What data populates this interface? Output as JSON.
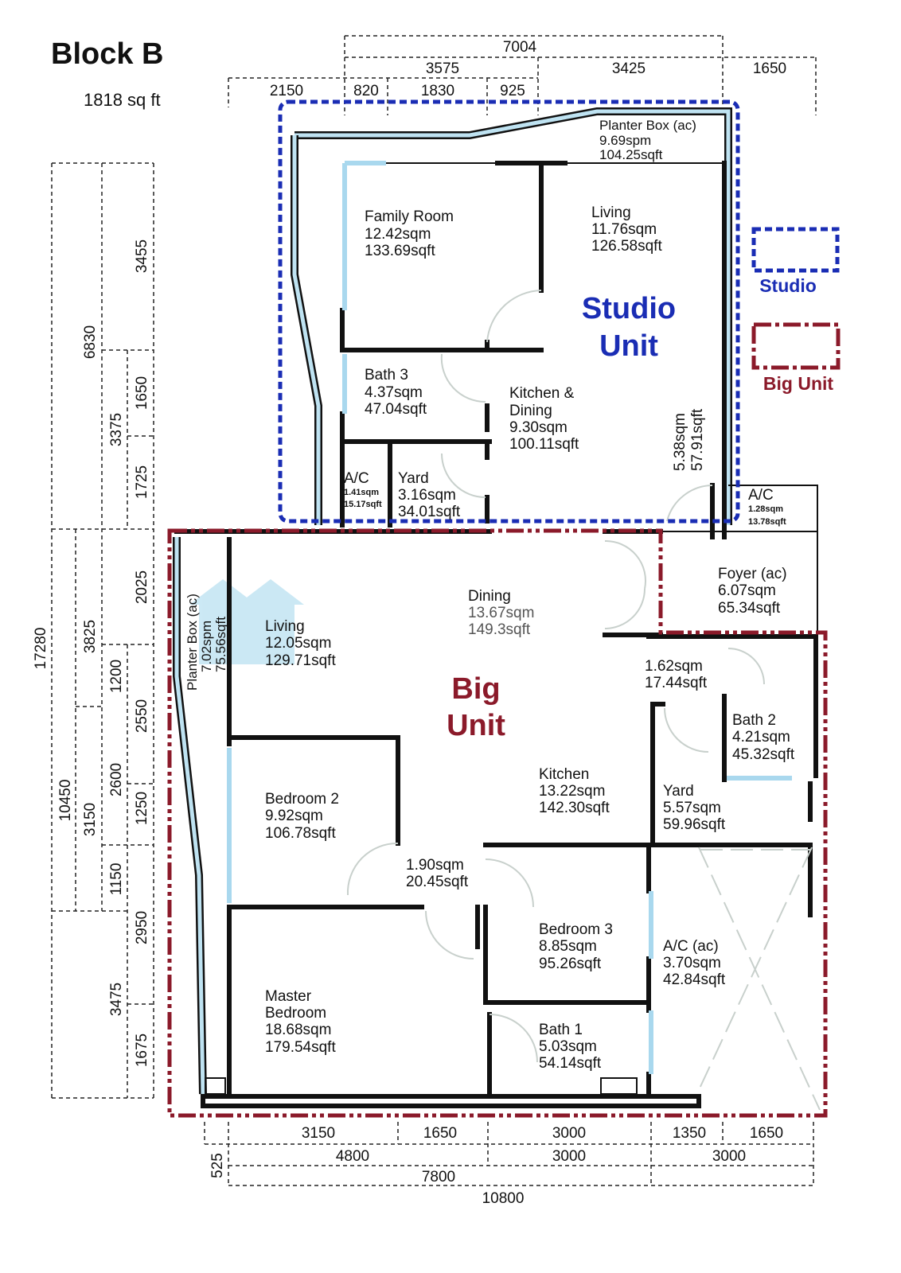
{
  "header": {
    "title": "Block B",
    "area": "1818 sq ft"
  },
  "colors": {
    "studio": "#1a2db4",
    "big_unit": "#8b1a2a",
    "glass": "#a9d8ee"
  },
  "legend": {
    "studio": "Studio",
    "big_unit": "Big Unit"
  },
  "unit_labels": {
    "studio": [
      "Studio",
      "Unit"
    ],
    "big": [
      "Big",
      "Unit"
    ]
  },
  "dimensions": {
    "top": [
      "7004",
      "3575",
      "3425",
      "1650",
      "2150",
      "820",
      "1830",
      "925"
    ],
    "left": [
      "17280",
      "6830",
      "3455",
      "3375",
      "1650",
      "1725",
      "10450",
      "3825",
      "2025",
      "1200",
      "2550",
      "3150",
      "2600",
      "1250",
      "1150",
      "2950",
      "3475",
      "1675"
    ],
    "bottom": [
      "3150",
      "1650",
      "3000",
      "1350",
      "1650",
      "4800",
      "3000",
      "3000",
      "525",
      "7800",
      "10800"
    ]
  },
  "rooms": {
    "planter_top": [
      "Planter Box (ac)",
      "9.69spm",
      "104.25sqft"
    ],
    "family_room": [
      "Family Room",
      "12.42sqm",
      "133.69sqft"
    ],
    "studio_living": [
      "Living",
      "11.76sqm",
      "126.58sqft"
    ],
    "bath3": [
      "Bath 3",
      "4.37sqm",
      "47.04sqft"
    ],
    "kitchen_dining": [
      "Kitchen &",
      "Dining",
      "9.30sqm",
      "100.11sqft"
    ],
    "studio_corridor": [
      "5.38sqm",
      "57.91sqft"
    ],
    "studio_ac": [
      "A/C",
      "1.41sqm",
      "15.17sqft"
    ],
    "studio_yard": [
      "Yard",
      "3.16sqm",
      "34.01sqft"
    ],
    "ac_right": [
      "A/C",
      "1.28sqm",
      "13.78sqft"
    ],
    "foyer": [
      "Foyer (ac)",
      "6.07sqm",
      "65.34sqft"
    ],
    "dining": [
      "Dining",
      "13.67sqm",
      "149.3sqft"
    ],
    "big_living": [
      "Living",
      "12.05sqm",
      "129.71sqft"
    ],
    "planter_left": [
      "Planter Box (ac)",
      "7.02spm",
      "75.56sqft"
    ],
    "hall_small": [
      "1.62sqm",
      "17.44sqft"
    ],
    "bath2": [
      "Bath 2",
      "4.21sqm",
      "45.32sqft"
    ],
    "kitchen": [
      "Kitchen",
      "13.22sqm",
      "142.30sqft"
    ],
    "big_yard": [
      "Yard",
      "5.57sqm",
      "59.96sqft"
    ],
    "bedroom2": [
      "Bedroom 2",
      "9.92sqm",
      "106.78sqft"
    ],
    "hall": [
      "1.90sqm",
      "20.45sqft"
    ],
    "bedroom3": [
      "Bedroom 3",
      "8.85sqm",
      "95.26sqft"
    ],
    "ac_ac": [
      "A/C (ac)",
      "3.70sqm",
      "42.84sqft"
    ],
    "master": [
      "Master",
      "Bedroom",
      "18.68sqm",
      "179.54sqft"
    ],
    "bath1": [
      "Bath 1",
      "5.03sqm",
      "54.14sqft"
    ]
  }
}
